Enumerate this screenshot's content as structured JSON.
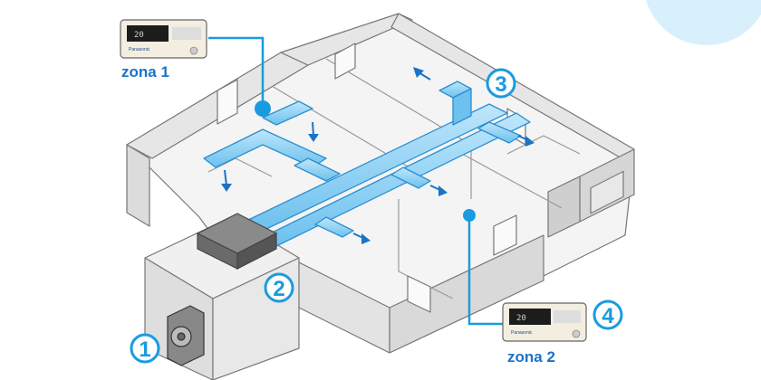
{
  "labels": {
    "zone1": "zona 1",
    "zone2": "zona 2"
  },
  "markers": [
    {
      "id": "outdoor-unit",
      "number": "1"
    },
    {
      "id": "indoor-unit",
      "number": "2"
    },
    {
      "id": "ducts",
      "number": "3"
    },
    {
      "id": "thermostat",
      "number": "4"
    }
  ],
  "controllers": [
    {
      "zone": "zona 1",
      "brand": "Panasonic",
      "lcd": "20"
    },
    {
      "zone": "zona 2",
      "brand": "Panasonic",
      "lcd": "20"
    }
  ],
  "colors": {
    "duct": "#8fd0f2",
    "duct_edge": "#2a8fd0",
    "accent": "#1a9be0",
    "wall_top": "#f2f2f2",
    "wall_side": "#d8d8d8",
    "floor": "#ffffff",
    "outline": "#777777"
  }
}
